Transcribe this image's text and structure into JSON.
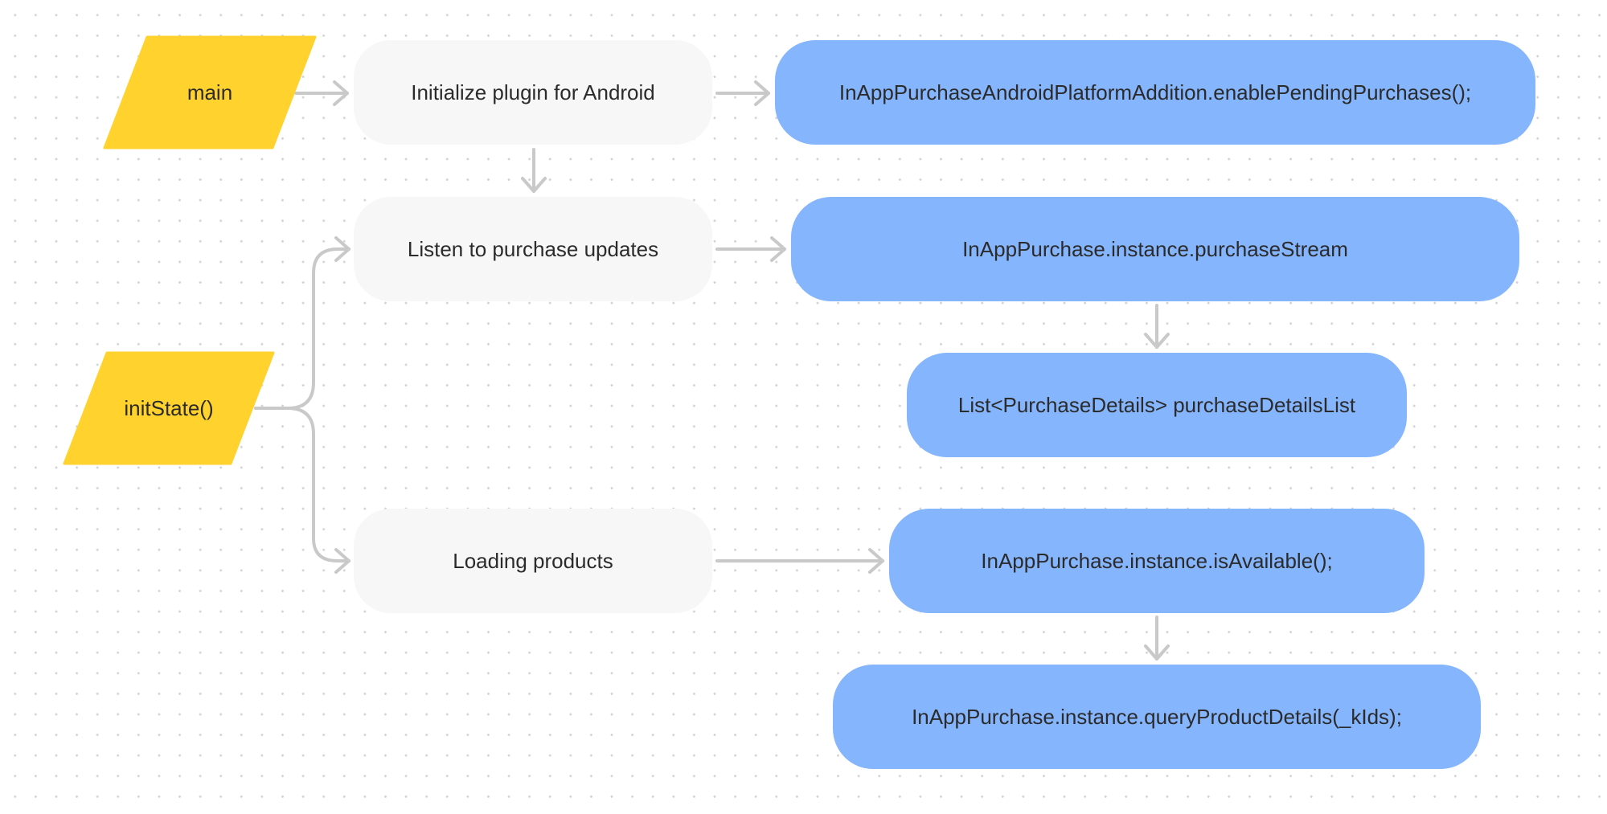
{
  "colors": {
    "start_fill": "#ffd22e",
    "step_fill": "#f7f7f7",
    "code_fill": "#85b5fd",
    "connector": "#c9c9c9",
    "text": "#2b2b2b"
  },
  "nodes": {
    "main": {
      "label": "main",
      "shape": "parallelogram"
    },
    "init_state": {
      "label": "initState()",
      "shape": "parallelogram"
    },
    "init_plugin": {
      "label": "Initialize plugin for Android"
    },
    "listen_updates": {
      "label": "Listen to purchase updates"
    },
    "loading_products": {
      "label": "Loading products"
    },
    "enable_pending": {
      "label": "InAppPurchaseAndroidPlatformAddition.enablePendingPurchases();"
    },
    "purchase_stream": {
      "label": "InAppPurchase.instance.purchaseStream"
    },
    "purchase_details_list": {
      "label": "List<PurchaseDetails> purchaseDetailsList"
    },
    "is_available": {
      "label": "InAppPurchase.instance.isAvailable();"
    },
    "query_product_details": {
      "label": "InAppPurchase.instance.queryProductDetails(_kIds);"
    }
  },
  "edges": [
    {
      "from": "main",
      "to": "init_plugin"
    },
    {
      "from": "init_plugin",
      "to": "enable_pending"
    },
    {
      "from": "init_plugin",
      "to": "listen_updates"
    },
    {
      "from": "init_state",
      "to": "listen_updates"
    },
    {
      "from": "init_state",
      "to": "loading_products"
    },
    {
      "from": "listen_updates",
      "to": "purchase_stream"
    },
    {
      "from": "purchase_stream",
      "to": "purchase_details_list"
    },
    {
      "from": "loading_products",
      "to": "is_available"
    },
    {
      "from": "is_available",
      "to": "query_product_details"
    }
  ]
}
